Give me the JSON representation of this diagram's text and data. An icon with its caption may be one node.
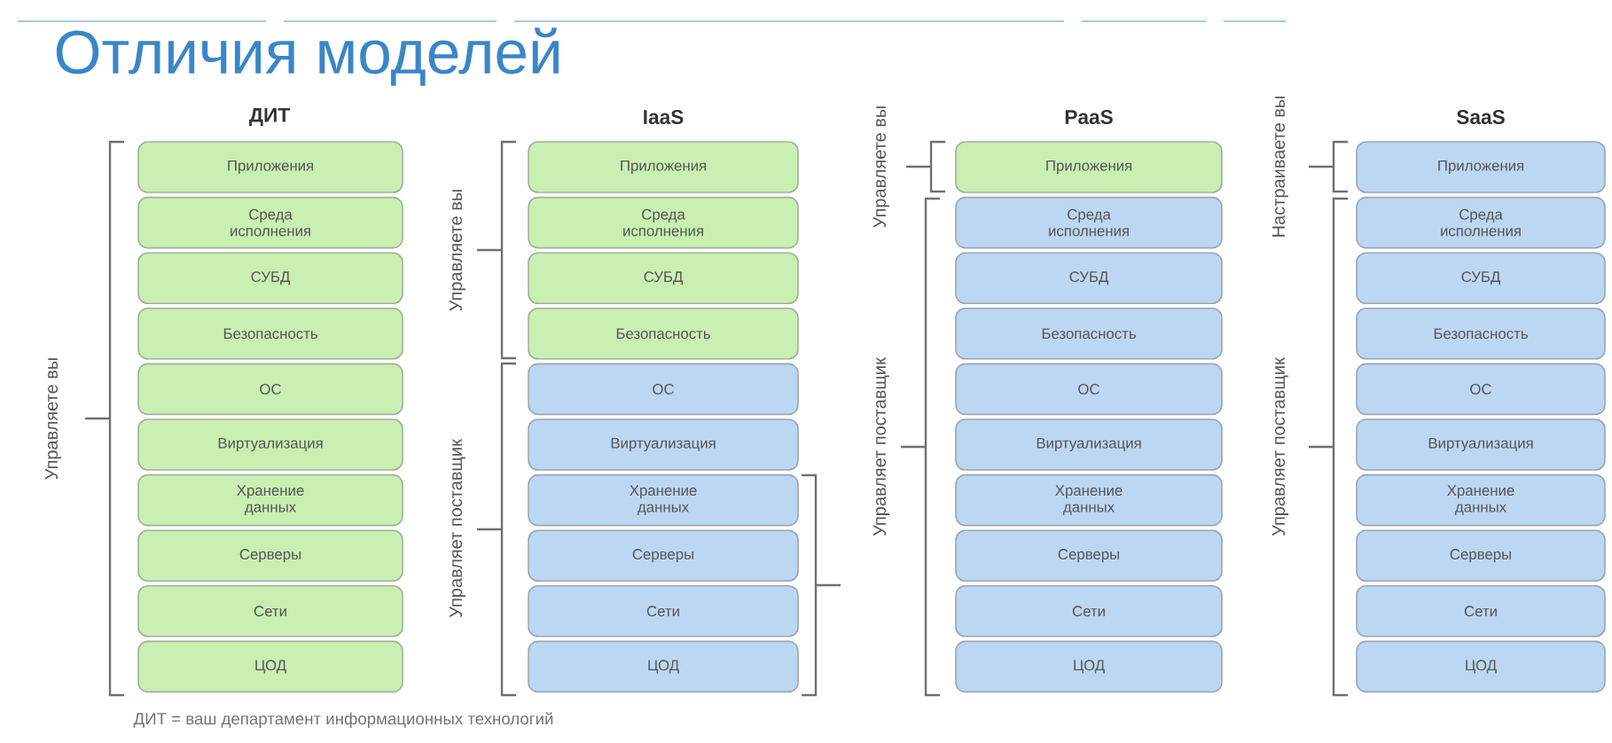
{
  "diagram": {
    "title": "Отличия моделей",
    "nodes": [
      {
        "text": [
          "Приложения"
        ]
      },
      {
        "text": [
          "Среда исполнения"
        ]
      },
      {
        "text": [
          "СУБД"
        ]
      },
      {
        "text": [
          "Безопасность"
        ]
      },
      {
        "text": [
          "ОС"
        ]
      },
      {
        "text": [
          "Виртуализация"
        ]
      },
      {
        "text": [
          "Хранение данных"
        ]
      },
      {
        "text": [
          "Серверы"
        ]
      },
      {
        "text": [
          "Сети"
        ]
      },
      {
        "text": [
          "ЦОД"
        ]
      },
      {
        "text": [
          "Приложения"
        ]
      },
      {
        "text": [
          "Среда исполнения"
        ]
      },
      {
        "text": [
          "СУБД"
        ]
      },
      {
        "text": [
          "Безопасность"
        ]
      },
      {
        "text": [
          "ОС"
        ]
      },
      {
        "text": [
          "Виртуализация"
        ]
      },
      {
        "text": [
          "Хранение данных"
        ]
      },
      {
        "text": [
          "Серверы"
        ]
      },
      {
        "text": [
          "Сети"
        ]
      },
      {
        "text": [
          "ЦОД"
        ]
      },
      {
        "text": [
          "Приложения"
        ]
      },
      {
        "text": [
          "Среда исполнения"
        ]
      },
      {
        "text": [
          "СУБД"
        ]
      },
      {
        "text": [
          "Безопасность"
        ]
      },
      {
        "text": [
          "ОС"
        ]
      },
      {
        "text": [
          "Виртуализация"
        ]
      },
      {
        "text": [
          "Хранение данных"
        ]
      },
      {
        "text": [
          "Серверы"
        ]
      },
      {
        "text": [
          "Сети"
        ]
      },
      {
        "text": [
          "ЦОД"
        ]
      },
      {
        "text": [
          "Приложения"
        ]
      },
      {
        "text": [
          "Среда исполнения"
        ]
      },
      {
        "text": [
          "СУБД"
        ]
      },
      {
        "text": [
          "Безопасность"
        ]
      },
      {
        "text": [
          "ОС"
        ]
      },
      {
        "text": [
          "Виртуализация"
        ]
      },
      {
        "text": [
          "Хранение данных"
        ]
      },
      {
        "text": [
          "Серверы"
        ]
      },
      {
        "text": [
          "Сети"
        ]
      },
      {
        "text": [
          "ЦОД"
        ]
      }
    ],
    "labels": [
      "ДИТ",
      "IaaS",
      "PaaS",
      "SaaS",
      "Управляете вы",
      "Управляете вы",
      "Управляет поставщик",
      "Управляете вы",
      "Управляет поставщик",
      "Настраиваете вы",
      "Управляет поставщик",
      "ДИТ = ваш департамент информационных технологий"
    ]
  }
}
